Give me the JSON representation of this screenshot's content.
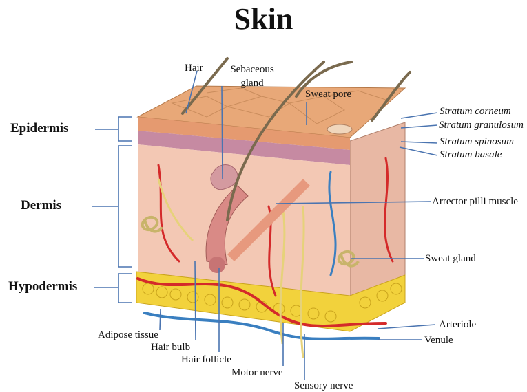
{
  "title": "Skin",
  "layers": {
    "epidermis": "Epidermis",
    "dermis": "Dermis",
    "hypodermis": "Hypodermis"
  },
  "labels": {
    "hair": "Hair",
    "sebaceous_1": "Sebaceous",
    "sebaceous_2": "gland",
    "sweat_pore": "Sweat pore",
    "stratum_corneum": "Stratum corneum",
    "stratum_granulosum": "Stratum granulosum",
    "stratum_spinosum": "Stratum spinosum",
    "stratum_basale": "Stratum basale",
    "arrector": "Arrector pilli muscle",
    "sweat_gland": "Sweat gland",
    "arteriole": "Arteriole",
    "venule": "Venule",
    "adipose": "Adipose tissue",
    "hair_bulb": "Hair bulb",
    "hair_follicle": "Hair follicle",
    "motor_nerve": "Motor nerve",
    "sensory_nerve": "Sensory nerve"
  },
  "colors": {
    "leader": "#4a74b0",
    "epidermis": "#e8a878",
    "dermis": "#f3c8b4",
    "fat": "#f2d23c",
    "artery": "#d42a2a",
    "vein": "#3a7fc0",
    "nerve": "#e6d27a"
  }
}
